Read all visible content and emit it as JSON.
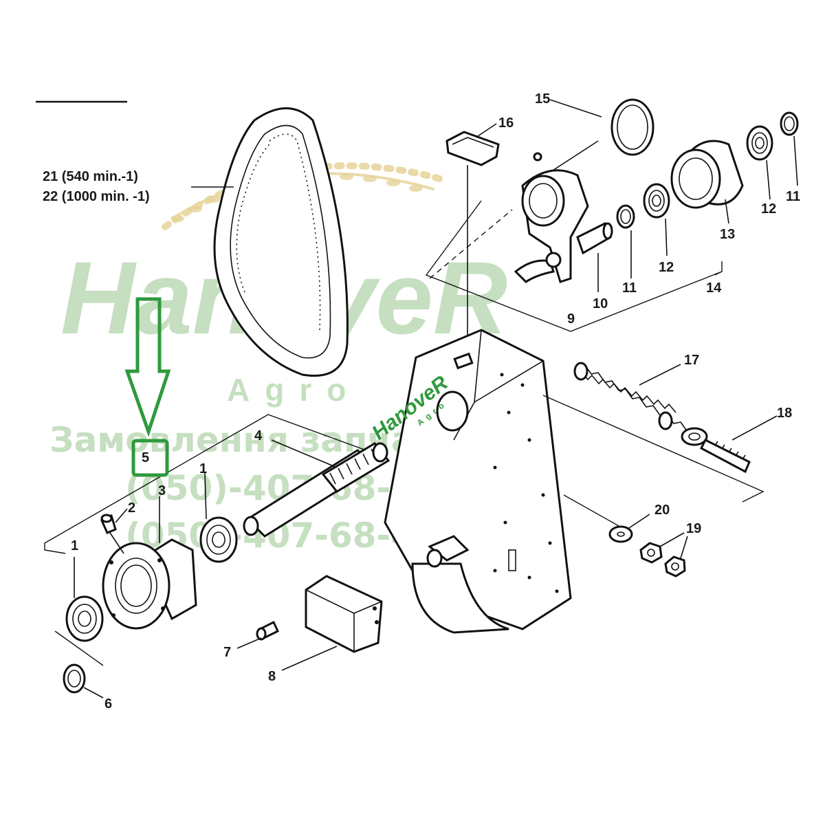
{
  "callouts": {
    "c1a": "1",
    "c1b": "1",
    "c2": "2",
    "c3": "3",
    "c4": "4",
    "c5": "5",
    "c6": "6",
    "c7": "7",
    "c8": "8",
    "c9": "9",
    "c10": "10",
    "c11a": "11",
    "c11b": "11",
    "c12a": "12",
    "c12b": "12",
    "c13": "13",
    "c14": "14",
    "c15": "15",
    "c16": "16",
    "c17": "17",
    "c18": "18",
    "c19": "19",
    "c20": "20"
  },
  "belt_variants": {
    "line1": "21  (540 min.-1)",
    "line2": "22  (1000 min. -1)"
  },
  "watermark": {
    "brand": "HanoveR",
    "sub": "Agro",
    "order_text": "Замовлення запчастин",
    "phone1": "(050)-407-68-47",
    "phone2": "(050)-407-68-45",
    "small_brand": "HanoveR",
    "small_sub": "Agro"
  },
  "colors": {
    "highlight": "#2e9a3d",
    "watermark": "#b9d8b3",
    "wheat": "#e6d49a",
    "line": "#111111"
  }
}
